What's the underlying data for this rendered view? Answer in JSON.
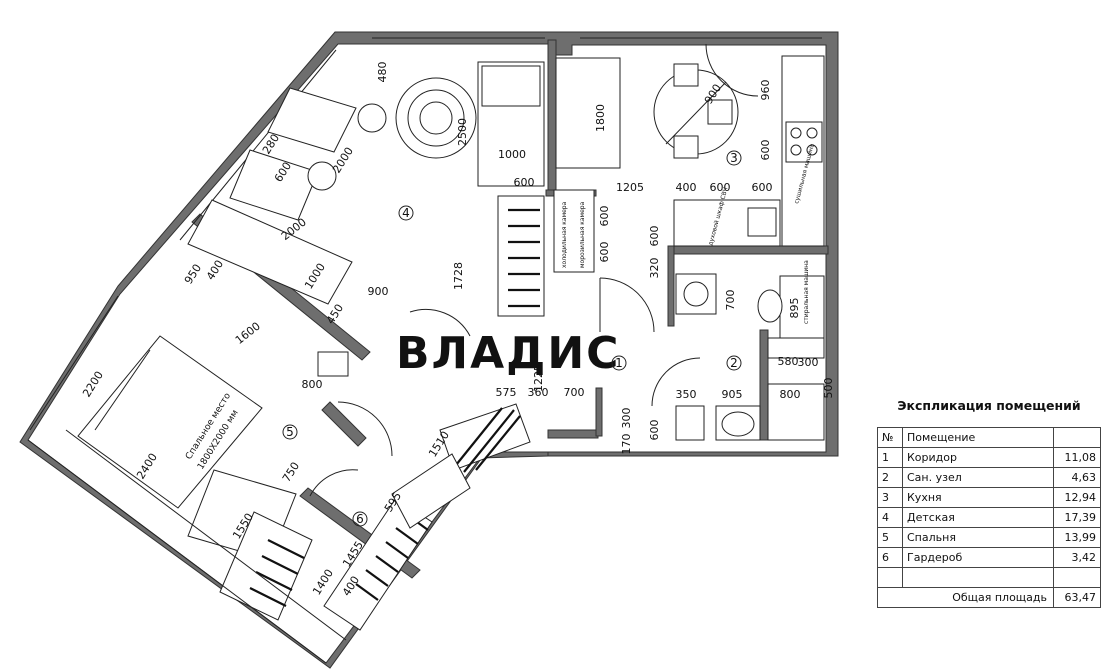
{
  "watermark": "ВЛАДИС",
  "rooms": [
    {
      "id": "room-1",
      "label": "1"
    },
    {
      "id": "room-2",
      "label": "2"
    },
    {
      "id": "room-3",
      "label": "3"
    },
    {
      "id": "room-4",
      "label": "4"
    },
    {
      "id": "room-5",
      "label": "5"
    },
    {
      "id": "room-6",
      "label": "6"
    }
  ],
  "dimensions": [
    "480",
    "2500",
    "1800",
    "960",
    "900",
    "280",
    "600",
    "2000",
    "1000",
    "600",
    "1205",
    "400",
    "600",
    "600",
    "600",
    "600",
    "600",
    "600",
    "2000",
    "1728",
    "320",
    "950",
    "400",
    "1000",
    "900",
    "450",
    "1600",
    "700",
    "895",
    "800",
    "2200",
    "1225",
    "575",
    "360",
    "700",
    "350",
    "905",
    "800",
    "580",
    "300",
    "500",
    "300",
    "170",
    "600",
    "1510",
    "2400",
    "750",
    "595",
    "1550",
    "1455",
    "1400",
    "400"
  ],
  "furniture_labels": {
    "bed": "Спальное место",
    "bed_size": "1800Х2000 мм",
    "fridge_1": "холодильная камера",
    "fridge_2": "морозильная камера",
    "oven": "духовой шкаф СВЧ",
    "washer": "стиральная машина",
    "dryer": "сушильная машина"
  },
  "legend": {
    "title": "Экспликация помещений",
    "header": {
      "num": "№",
      "name": "Помещение",
      "area": ""
    },
    "rows": [
      {
        "num": "1",
        "name": "Коридор",
        "area": "11,08"
      },
      {
        "num": "2",
        "name": "Сан. узел",
        "area": "4,63"
      },
      {
        "num": "3",
        "name": "Кухня",
        "area": "12,94"
      },
      {
        "num": "4",
        "name": "Детская",
        "area": "17,39"
      },
      {
        "num": "5",
        "name": "Спальня",
        "area": "13,99"
      },
      {
        "num": "6",
        "name": "Гардероб",
        "area": "3,42"
      }
    ],
    "total_label": "Общая площадь",
    "total_area": "63,47"
  }
}
